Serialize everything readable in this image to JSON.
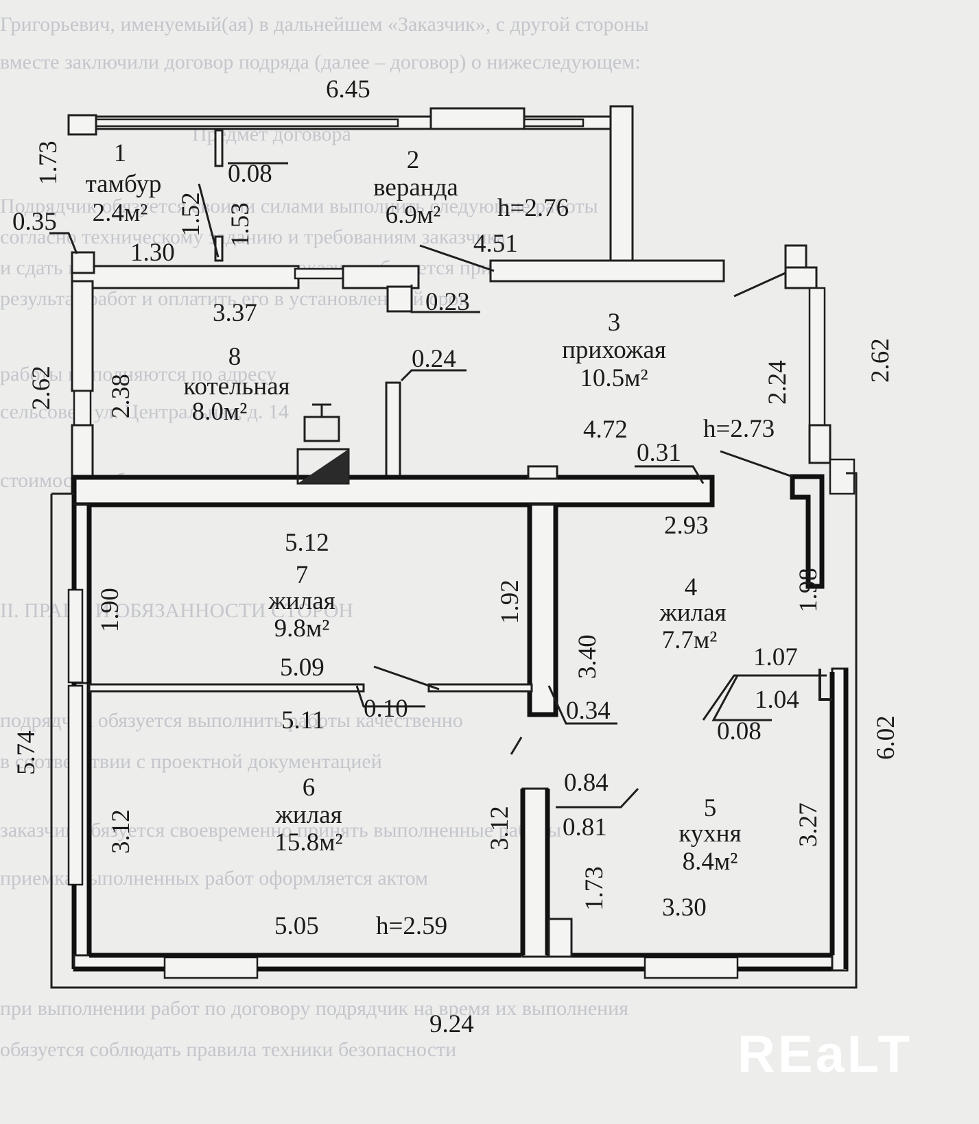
{
  "background_text": [
    "Григорьевич, именуемый(ая) в дальнейшем «Заказчик», с другой стороны",
    "вместе заключили договор подряда (далее – договор) о нижеследующем:",
    "Предмет договора",
    "Подрядчик обязуется своими силами выполнить следующие работы",
    "согласно техническому заданию и требованиям заказчика",
    "и сдать их результат заказчику, а заказчик обязуется принять",
    "результат работ и оплатить его в установленный срок",
    "работы выполняются по адресу",
    "сельсовет, ул. Центральная, д. 14",
    "стоимость работ по настоящему договору составляет",
    "II. ПРАВА И ОБЯЗАННОСТИ СТОРОН",
    "подрядчик обязуется выполнить работы качественно",
    "в соответствии с проектной документацией",
    "заказчик обязуется своевременно принять выполненные работы",
    "приемка выполненных работ оформляется актом",
    "при выполнении работ по договору подрядчик на время их выполнения",
    "обязуется соблюдать правила техники безопасности"
  ],
  "rooms": [
    {
      "num": "1",
      "name": "тамбур",
      "area": "2.4м²"
    },
    {
      "num": "2",
      "name": "веранда",
      "area": "6.9м²"
    },
    {
      "num": "3",
      "name": "прихожая",
      "area": "10.5м²"
    },
    {
      "num": "4",
      "name": "жилая",
      "area": "7.7м²"
    },
    {
      "num": "5",
      "name": "кухня",
      "area": "8.4м²"
    },
    {
      "num": "6",
      "name": "жилая",
      "area": "15.8м²"
    },
    {
      "num": "7",
      "name": "жилая",
      "area": "9.8м²"
    },
    {
      "num": "8",
      "name": "котельная",
      "area": "8.0м²"
    }
  ],
  "heights": [
    "h=2.76",
    "h=2.73",
    "h=2.59"
  ],
  "dimensions": [
    "6.45",
    "1.73",
    "0.08",
    "1.52",
    "1.53",
    "0.35",
    "1.30",
    "4.51",
    "3.37",
    "0.23",
    "2.62",
    "2.38",
    "0.24",
    "2.24",
    "2.62",
    "4.72",
    "0.31",
    "2.93",
    "5.12",
    "1.90",
    "1.92",
    "1.98",
    "3.40",
    "1.07",
    "5.09",
    "1.04",
    "0.10",
    "5.11",
    "0.34",
    "0.08",
    "5.74",
    "6.02",
    "0.84",
    "0.81",
    "3.12",
    "3.12",
    "3.27",
    "1.73",
    "3.30",
    "5.05",
    "9.24"
  ],
  "watermark": "REaLT"
}
